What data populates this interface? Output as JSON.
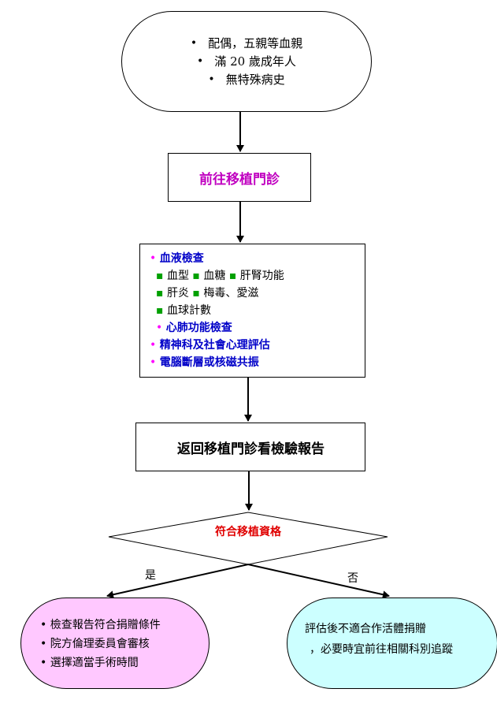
{
  "start": {
    "items": [
      "配偶，五親等血親",
      "滿 20 歲成年人",
      "無特殊病史"
    ]
  },
  "step1": {
    "label": "前往移植門診"
  },
  "step2": {
    "blood_title": "血液檢查",
    "blood_items": [
      [
        "血型",
        "血糖",
        "肝腎功能"
      ],
      [
        "肝炎",
        "梅毒、愛滋"
      ],
      [
        "血球計數"
      ]
    ],
    "cardio": "心肺功能檢查",
    "psych": "精神科及社會心理評估",
    "ct": "電腦斷層或核磁共振"
  },
  "step3": {
    "label": "返回移植門診看檢驗報告"
  },
  "decision": {
    "label": "符合移植資格",
    "yes": "是",
    "no": "否"
  },
  "yes_result": {
    "items": [
      "檢查報告符合捐贈條件",
      "院方倫理委員會審核",
      "選擇適當手術時間"
    ]
  },
  "no_result": {
    "line1": "評估後不適合作活體捐贈",
    "line2": "，必要時宜前往相關科別追蹤"
  },
  "colors": {
    "step1_text": "#c000c0",
    "bullet_magenta": "#ff00ff",
    "bullet_green": "#00a000",
    "blue_text": "#0000c8",
    "decision_text": "#e00000",
    "yes_fill": "#ffc8ff",
    "no_fill": "#ccffff"
  }
}
